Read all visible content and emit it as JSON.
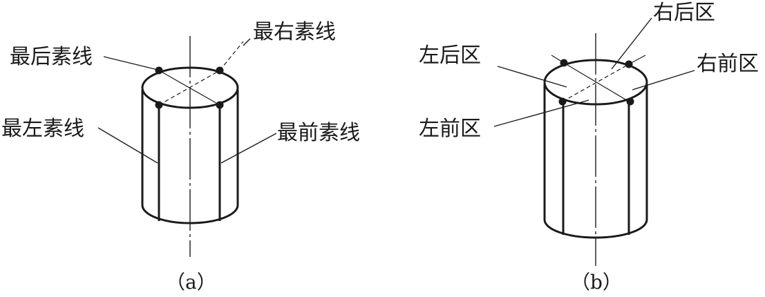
{
  "figure_a": {
    "caption": "（a）",
    "labels": {
      "rear_line": "最后素线",
      "right_line": "最右素线",
      "left_line": "最左素线",
      "front_line": "最前素线"
    }
  },
  "figure_b": {
    "caption": "（b）",
    "labels": {
      "left_rear": "左后区",
      "right_rear": "右后区",
      "right_front": "右前区",
      "left_front": "左前区"
    }
  }
}
